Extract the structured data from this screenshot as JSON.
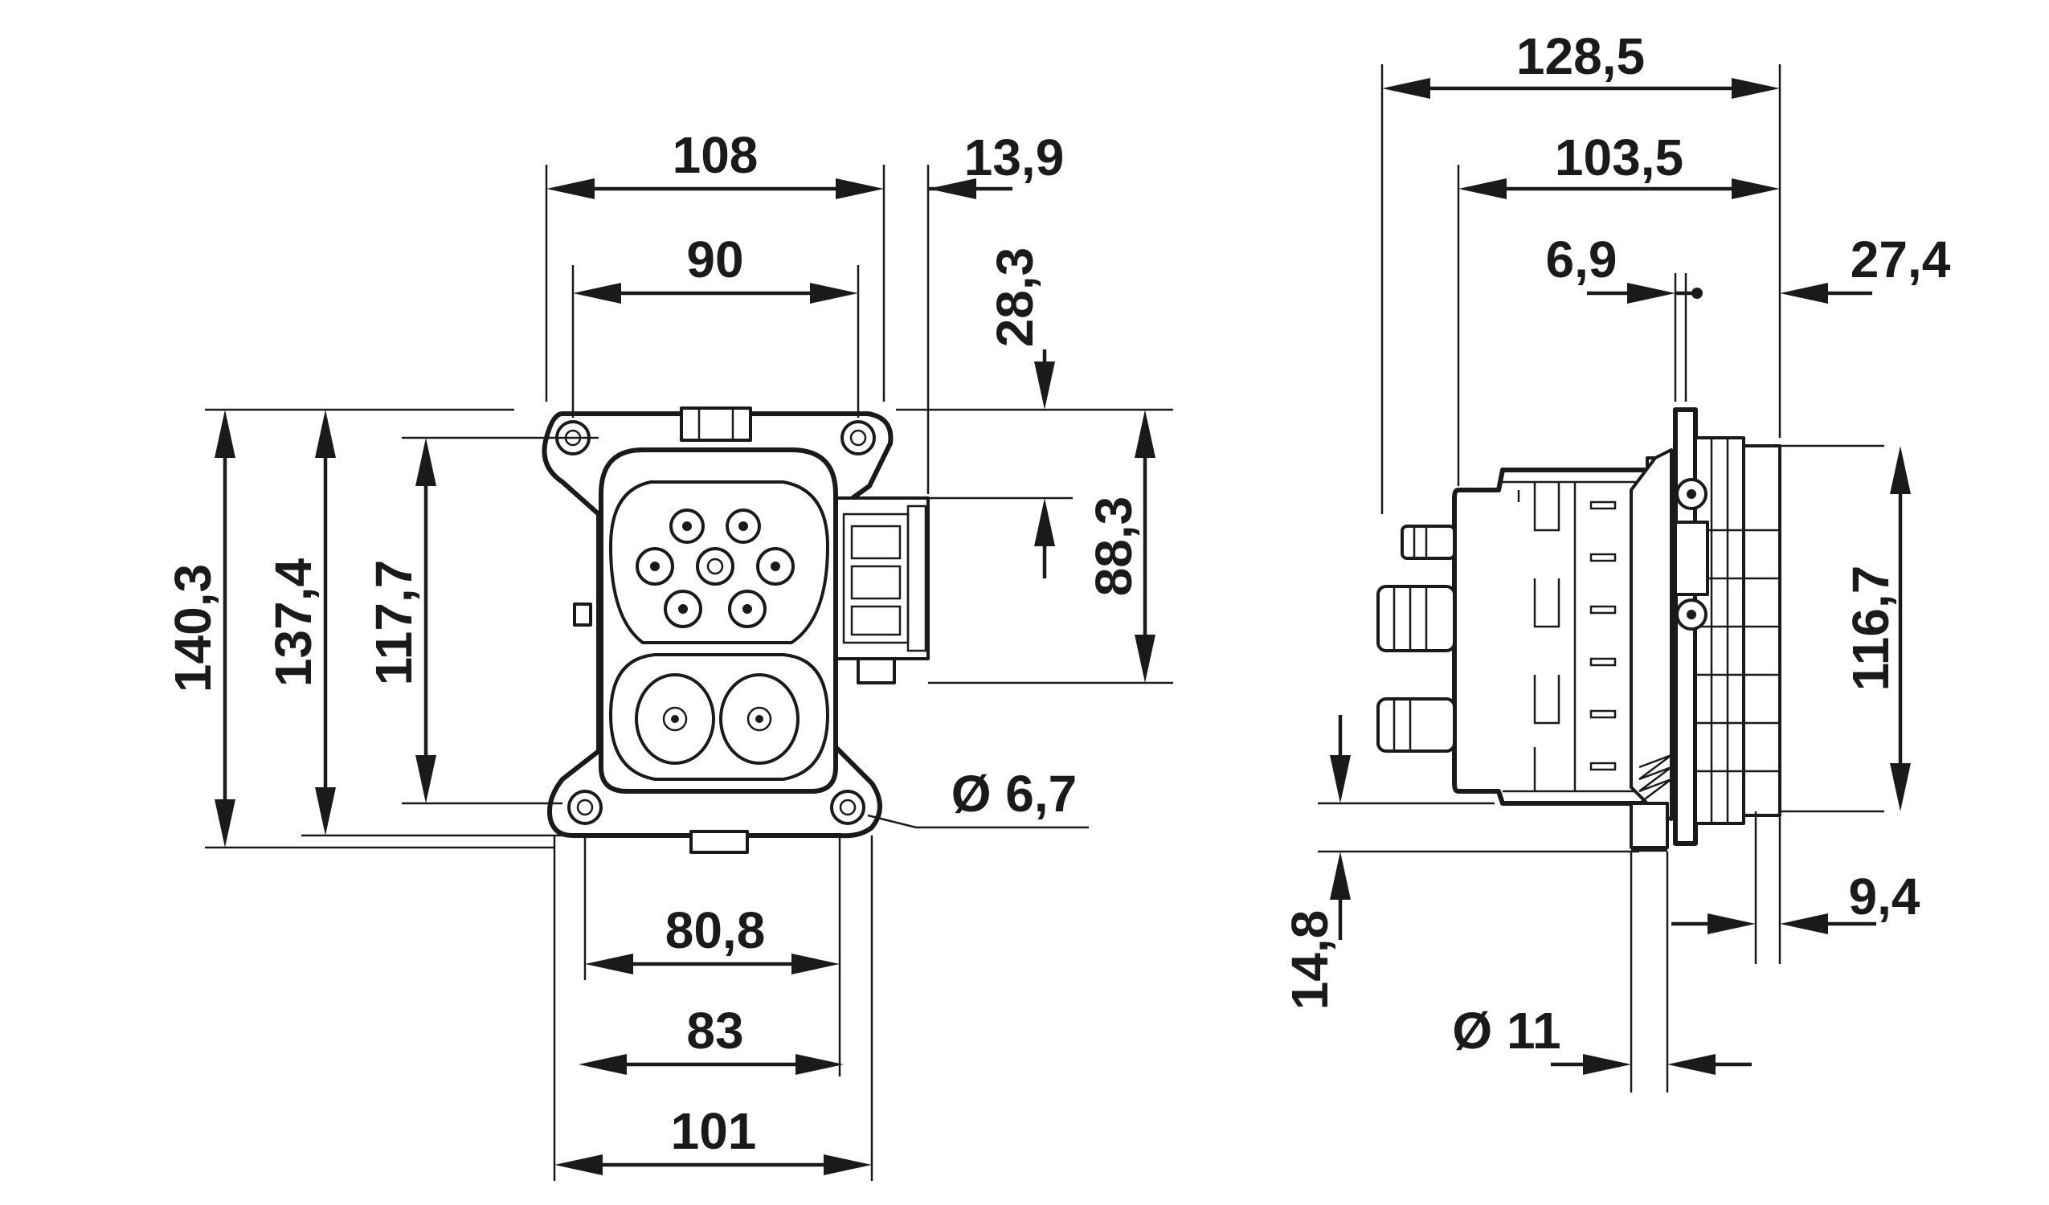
{
  "front_view": {
    "dimensions": {
      "width_108": "108",
      "offset_13_9": "13,9",
      "width_90": "90",
      "offset_28_3": "28,3",
      "height_88_3": "88,3",
      "height_140_3": "140,3",
      "height_137_4": "137,4",
      "height_117_7": "117,7",
      "hole_dia_6_7": "Ø 6,7",
      "width_80_8": "80,8",
      "width_83": "83",
      "width_101": "101"
    }
  },
  "side_view": {
    "dimensions": {
      "length_128_5": "128,5",
      "length_103_5": "103,5",
      "offset_6_9": "6,9",
      "offset_27_4": "27,4",
      "height_116_7": "116,7",
      "depth_9_4": "9,4",
      "offset_14_8": "14,8",
      "dia_11": "Ø 11"
    }
  }
}
